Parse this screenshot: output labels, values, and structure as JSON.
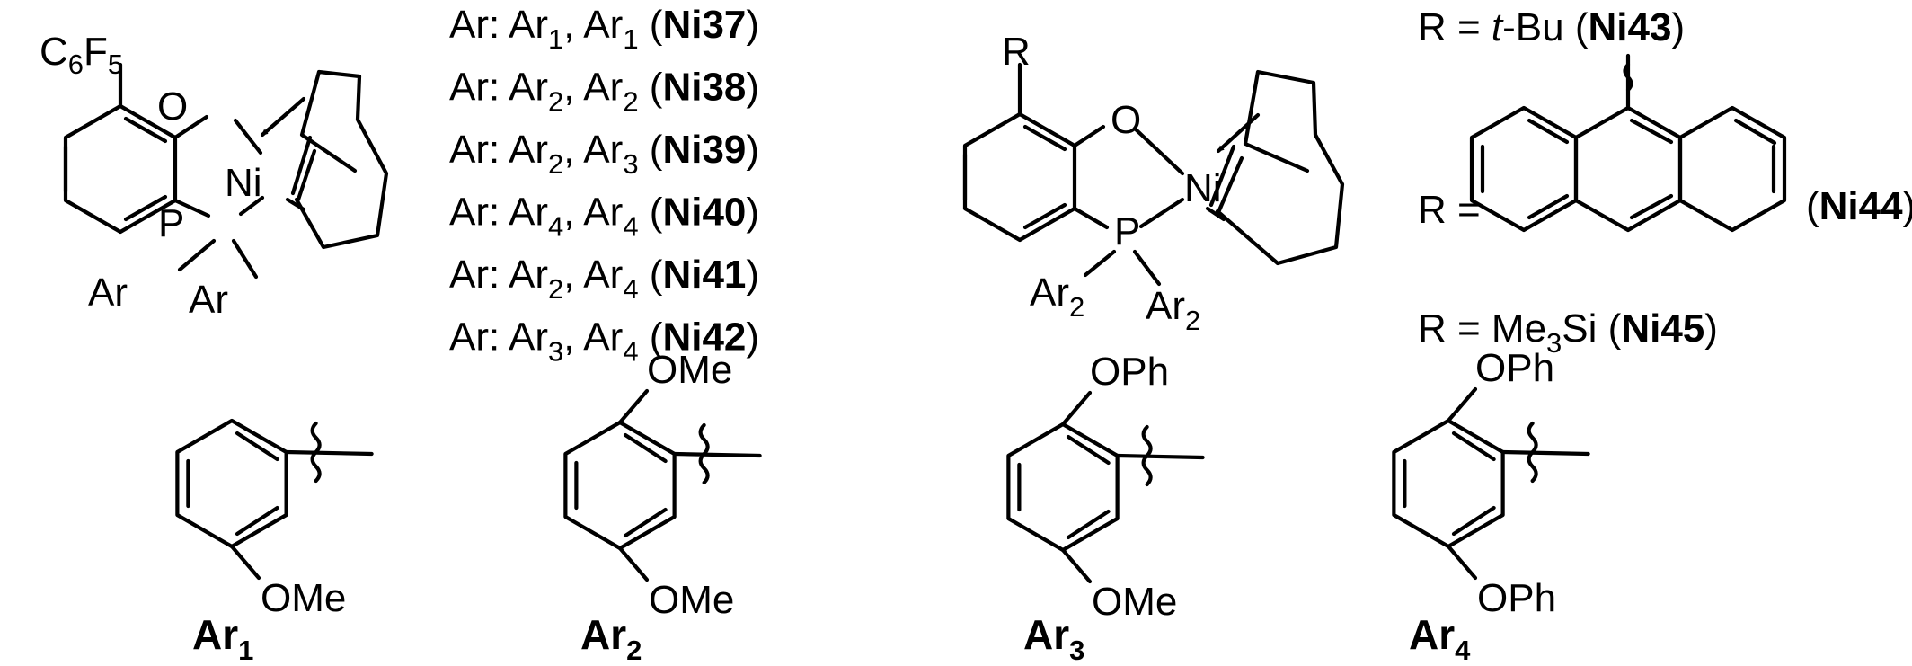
{
  "structure_1": {
    "substituent": "C6F5",
    "atoms": {
      "o": "O",
      "ni": "Ni",
      "p": "P",
      "ar_left": "Ar",
      "ar_right": "Ar"
    }
  },
  "ligand_list": [
    {
      "prefix": "Ar: ",
      "first": "Ar",
      "first_sub": "1",
      "sep": ", ",
      "second": "Ar",
      "second_sub": "1",
      "id": "Ni37"
    },
    {
      "prefix": "Ar: ",
      "first": "Ar",
      "first_sub": "2",
      "sep": ", ",
      "second": "Ar",
      "second_sub": "2",
      "id": "Ni38"
    },
    {
      "prefix": "Ar: ",
      "first": "Ar",
      "first_sub": "2",
      "sep": ", ",
      "second": "Ar",
      "second_sub": "3",
      "id": "Ni39"
    },
    {
      "prefix": "Ar: ",
      "first": "Ar",
      "first_sub": "4",
      "sep": ", ",
      "second": "Ar",
      "second_sub": "4",
      "id": "Ni40"
    },
    {
      "prefix": "Ar: ",
      "first": "Ar",
      "first_sub": "2",
      "sep": ", ",
      "second": "Ar",
      "second_sub": "4",
      "id": "Ni41"
    },
    {
      "prefix": "Ar: ",
      "first": "Ar",
      "first_sub": "3",
      "sep": ", ",
      "second": "Ar",
      "second_sub": "4",
      "id": "Ni42"
    }
  ],
  "structure_2": {
    "substituent": "R",
    "atoms": {
      "o": "O",
      "ni": "Ni",
      "p": "P",
      "ar_left": "Ar",
      "ar_left_sub": "2",
      "ar_right": "Ar",
      "ar_right_sub": "2"
    }
  },
  "r_groups": {
    "tbu": {
      "label": "R = ",
      "name_italic": "t",
      "name_rest": "-Bu",
      "id": "Ni43"
    },
    "anthracenyl": {
      "label": "R =",
      "id": "Ni44"
    },
    "tms": {
      "label": "R = Me",
      "sub": "3",
      "rest": "Si",
      "id": "Ni45"
    }
  },
  "aryls": [
    {
      "label": "Ar",
      "sub": "1",
      "top_group": "",
      "bottom_group": "OMe"
    },
    {
      "label": "Ar",
      "sub": "2",
      "top_group": "OMe",
      "bottom_group": "OMe"
    },
    {
      "label": "Ar",
      "sub": "3",
      "top_group": "OPh",
      "bottom_group": "OMe"
    },
    {
      "label": "Ar",
      "sub": "4",
      "top_group": "OPh",
      "bottom_group": "OPh"
    }
  ]
}
